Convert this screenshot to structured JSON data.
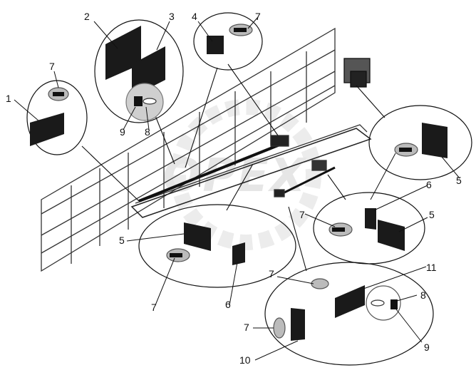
{
  "diagram": {
    "watermark_text": "OPEX",
    "callouts": [
      "1",
      "2",
      "3",
      "4",
      "5",
      "6",
      "7",
      "8",
      "9",
      "10",
      "11"
    ],
    "colors": {
      "line": "#111111",
      "part": "#1a1a1a",
      "watermark": "#e6e6e6"
    }
  }
}
